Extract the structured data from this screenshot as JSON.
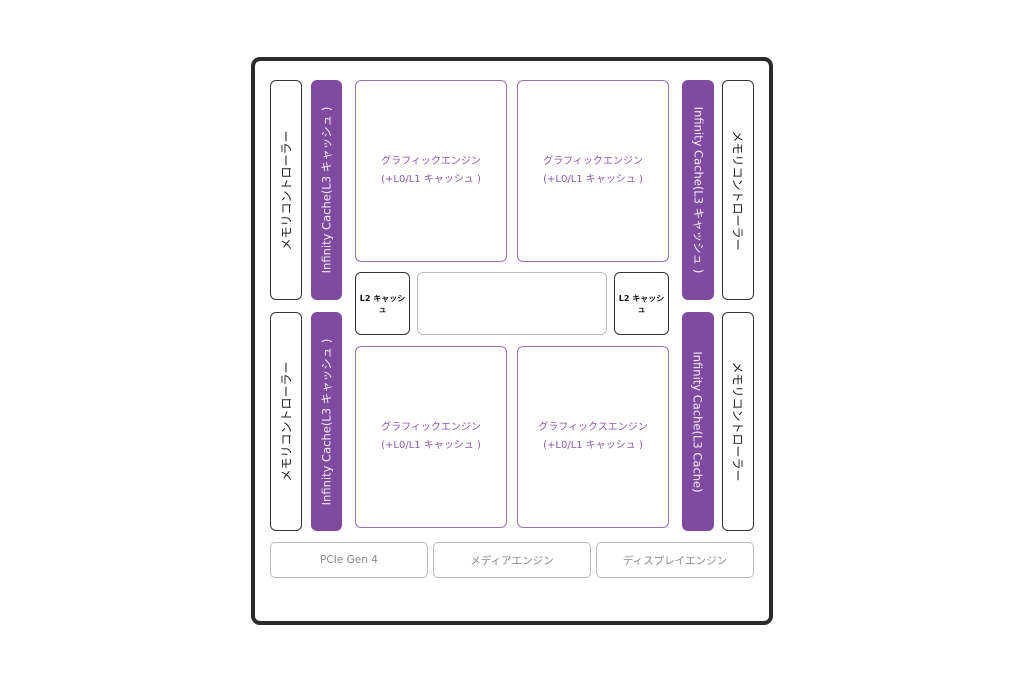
{
  "memory_controller": "メモリコントローラー",
  "infinity_cache_jp": "Infinity Cache(L3 キャッシュ )",
  "infinity_cache_en": "Infinity Cache(L3 Cache)",
  "graphics_engines": [
    {
      "title": "グラフィックエンジン",
      "sub": "(+L0/L1 キャッシュ )"
    },
    {
      "title": "グラフィックエンジン",
      "sub": "(+L0/L1 キャッシュ )"
    },
    {
      "title": "グラフィックエンジン",
      "sub": "(+L0/L1 キャッシュ )"
    },
    {
      "title": "グラフィックスエンジン",
      "sub": "(+L0/L1 キャッシュ )"
    }
  ],
  "l2_cache": "L2 キャッシュ",
  "bottom": [
    "PCIe Gen 4",
    "メディアエンジン",
    "ディスプレイエンジン"
  ],
  "colors": {
    "accent": "#7f4a9f",
    "frame": "#2b2b2b"
  }
}
